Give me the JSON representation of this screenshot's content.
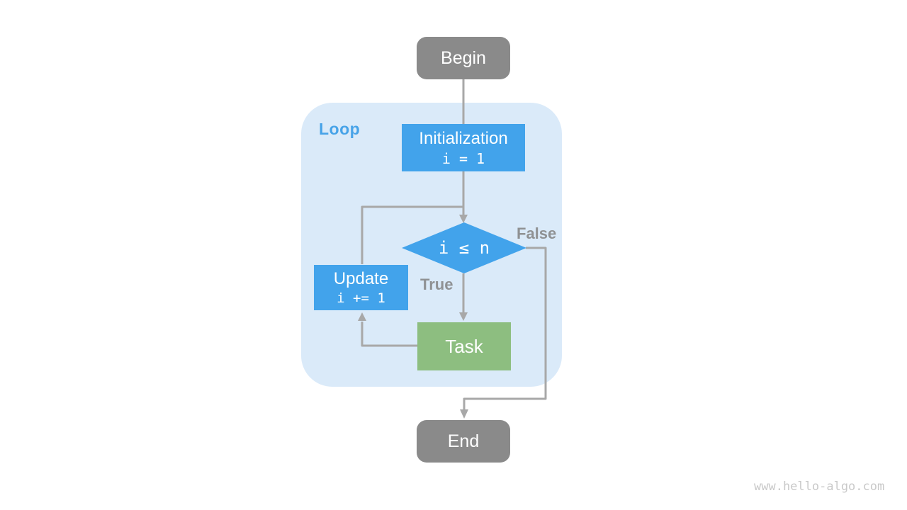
{
  "diagram": {
    "nodes": {
      "begin": {
        "label": "Begin"
      },
      "initialization": {
        "title": "Initialization",
        "code": "i = 1"
      },
      "condition": {
        "expression": "i ≤ n"
      },
      "update": {
        "title": "Update",
        "code": "i += 1"
      },
      "task": {
        "label": "Task"
      },
      "end": {
        "label": "End"
      }
    },
    "loop_container": {
      "label": "Loop"
    },
    "edge_labels": {
      "true_branch": "True",
      "false_branch": "False"
    },
    "watermark": "www.hello-algo.com",
    "colors": {
      "node_gray": "#8A8A8A",
      "node_blue": "#42A3EB",
      "node_green": "#8DBE80",
      "loop_bg": "#DAEAF9",
      "loop_label": "#47A3E8",
      "edge": "#A8A8A8",
      "edge_label": "#8F9193",
      "watermark": "#C9C9C9"
    }
  }
}
